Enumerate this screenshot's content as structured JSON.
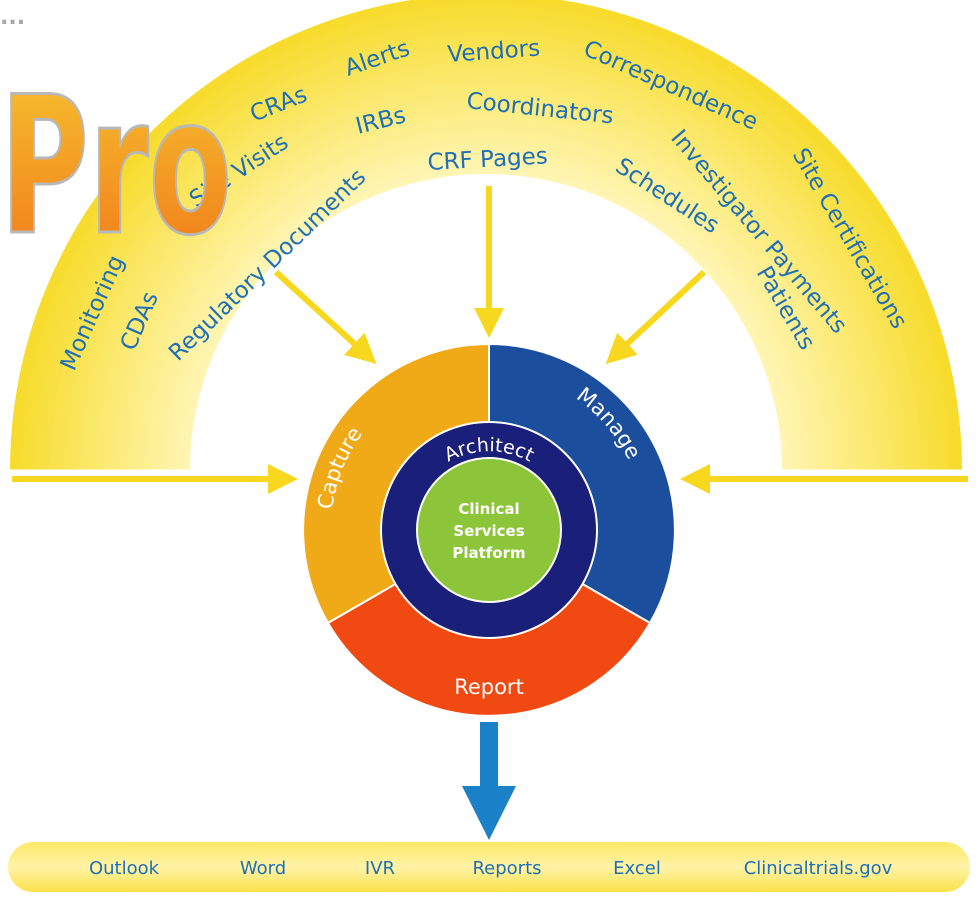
{
  "logo": {
    "dots": "...",
    "word": "Pro"
  },
  "arc_labels": [
    {
      "text": "Monitoring"
    },
    {
      "text": "CDAs"
    },
    {
      "text": "Regulatory Documents"
    },
    {
      "text": "Site Visits"
    },
    {
      "text": "CRAs"
    },
    {
      "text": "Alerts"
    },
    {
      "text": "IRBs"
    },
    {
      "text": "Vendors"
    },
    {
      "text": "Coordinators"
    },
    {
      "text": "CRF Pages"
    },
    {
      "text": "Correspondence"
    },
    {
      "text": "Investigator Payments"
    },
    {
      "text": "Schedules"
    },
    {
      "text": "Site Certifications"
    },
    {
      "text": "Patients"
    }
  ],
  "segments": {
    "capture": "Capture",
    "manage": "Manage",
    "report": "Report",
    "architect": "Architect"
  },
  "center": {
    "line1": "Clinical",
    "line2": "Services",
    "line3": "Platform"
  },
  "outputs": [
    "Outlook",
    "Word",
    "IVR",
    "Reports",
    "Excel",
    "Clinicaltrials.gov"
  ],
  "colors": {
    "arc": "#f9e54a",
    "arc_inner": "#fff6b8",
    "capture": "#f0aa17",
    "manage": "#1c4e9e",
    "report": "#f04a12",
    "architect": "#1a1f7a",
    "center": "#8cc43a",
    "down_arrow": "#1a80c8",
    "label": "#1f6fb5"
  }
}
